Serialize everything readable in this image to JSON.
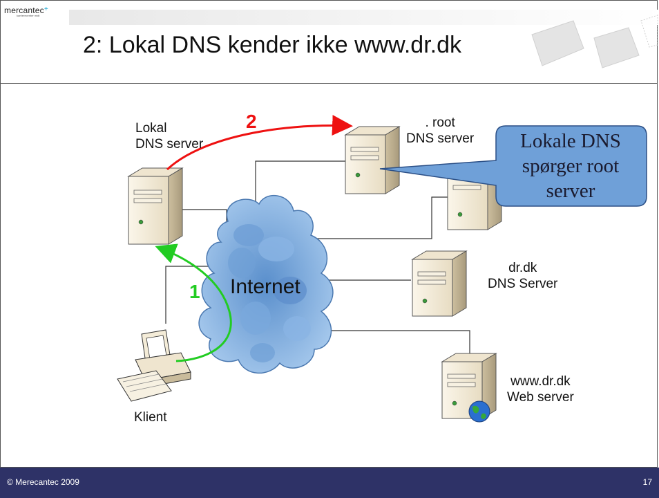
{
  "logo": {
    "name": "mercantec",
    "sub": "karrierecenter midt"
  },
  "title": "2: Lokal DNS kender ikke www.dr.dk",
  "labels": {
    "lokal_1": "Lokal",
    "lokal_2": "DNS server",
    "root_1": ". root",
    "root_2": "DNS server",
    "drdk_1": "dr.dk",
    "drdk_2": "DNS Server",
    "www_1": "www.dr.dk",
    "www_2": "Web server",
    "klient": "Klient",
    "internet": "Internet",
    "step1": "1",
    "step2": "2"
  },
  "callout": {
    "line1": "Lokale DNS",
    "line2": "spørger root",
    "line3": "server"
  },
  "footer": {
    "copyright": "© Merecantec 2009",
    "page": "17"
  },
  "colors": {
    "footer": "#2e3267",
    "arrow_step1": "#22cc22",
    "arrow_step2": "#ee1111",
    "callout": "#6fa0d8",
    "cloud": "#7aaee0"
  }
}
